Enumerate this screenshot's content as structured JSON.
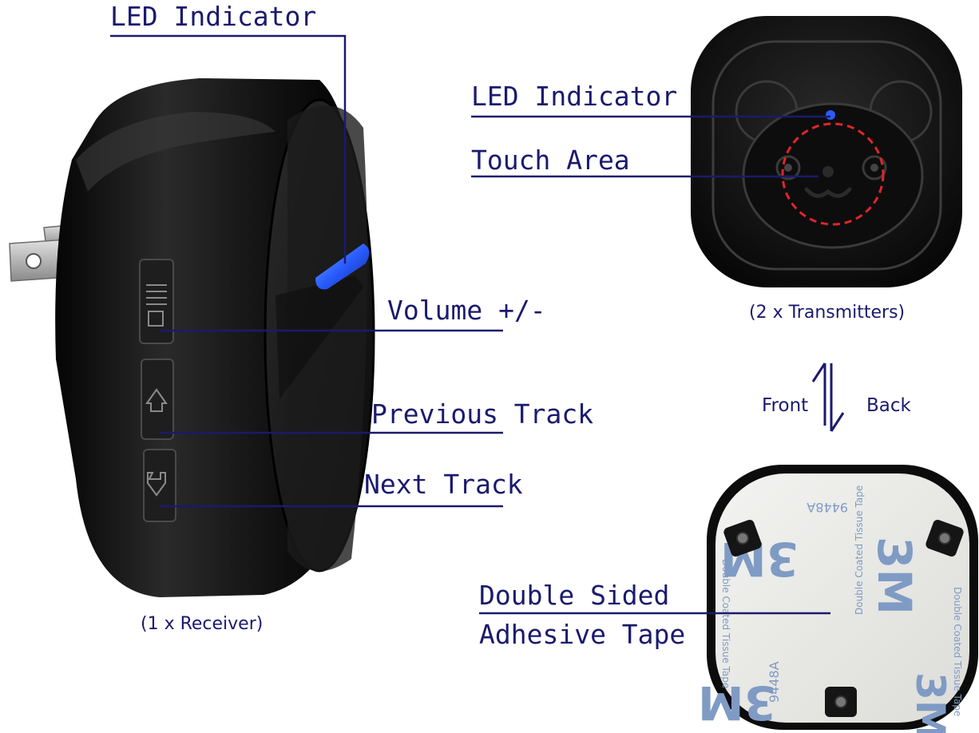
{
  "receiver": {
    "caption": "(1 x Receiver)",
    "labels": {
      "led_indicator": "LED Indicator",
      "volume": "Volume +/-",
      "previous_track": "Previous Track",
      "next_track": "Next Track"
    }
  },
  "transmitter": {
    "caption": "(2 x Transmitters)",
    "labels": {
      "led_indicator": "LED Indicator",
      "touch_area": "Touch Area"
    },
    "flip": {
      "front": "Front",
      "back": "Back"
    },
    "back_labels": {
      "line1": "Double Sided",
      "line2": "Adhesive Tape"
    },
    "tape_print": {
      "logo": "3M",
      "text_a": "Double Coated Tissue Tape",
      "text_b": "9448A"
    }
  },
  "colors": {
    "label": "#1a1a6e",
    "led_blue": "#2a5cff",
    "touch_dash": "#e0252a",
    "device_body": "#161616"
  }
}
